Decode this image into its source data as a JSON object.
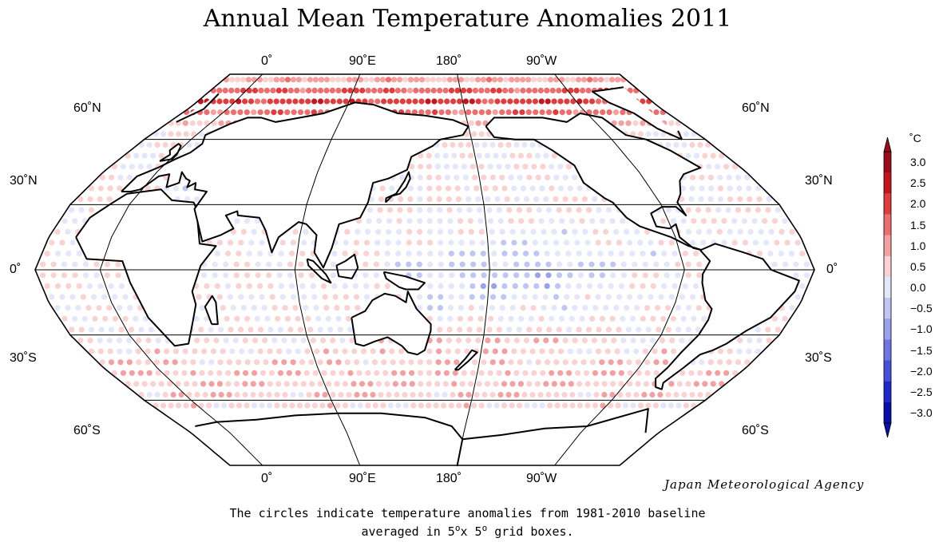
{
  "title": "Annual Mean Temperature Anomalies 2011",
  "longitude_labels": {
    "top": [
      "0˚",
      "90˚E",
      "180˚",
      "90˚W"
    ],
    "bottom": [
      "0˚",
      "90˚E",
      "180˚",
      "90˚W"
    ]
  },
  "latitude_labels": {
    "left": [
      "60˚N",
      "30˚N",
      "0˚",
      "30˚S",
      "60˚S"
    ],
    "right": [
      "60˚N",
      "30˚N",
      "0˚",
      "30˚S",
      "60˚S"
    ]
  },
  "agency": "Japan Meteorological Agency",
  "caption": {
    "line1": "The circles indicate temperature anomalies from 1981-2010 baseline",
    "line2_a": "averaged in 5",
    "deg1": "o",
    "line2_b": "x 5",
    "deg2": "o",
    "line2_c": " grid boxes."
  },
  "colorbar": {
    "unit": "˚C",
    "ticks": [
      "3.0",
      "2.5",
      "2.0",
      "1.5",
      "1.0",
      "0.5",
      "0.0",
      "−0.5",
      "−1.0",
      "−1.5",
      "−2.0",
      "−2.5",
      "−3.0"
    ],
    "colors": [
      "#9c0a1e",
      "#c4141e",
      "#e03c3c",
      "#ec6e6e",
      "#f4a0a0",
      "#fad2d2",
      "#e4e6fa",
      "#c0c6f4",
      "#9aa2ee",
      "#6e76e6",
      "#4650dc",
      "#2028cc",
      "#0a0ea8"
    ]
  },
  "colors": {
    "land": "#ffffff",
    "coast": "#000000",
    "grid": "#000000"
  }
}
